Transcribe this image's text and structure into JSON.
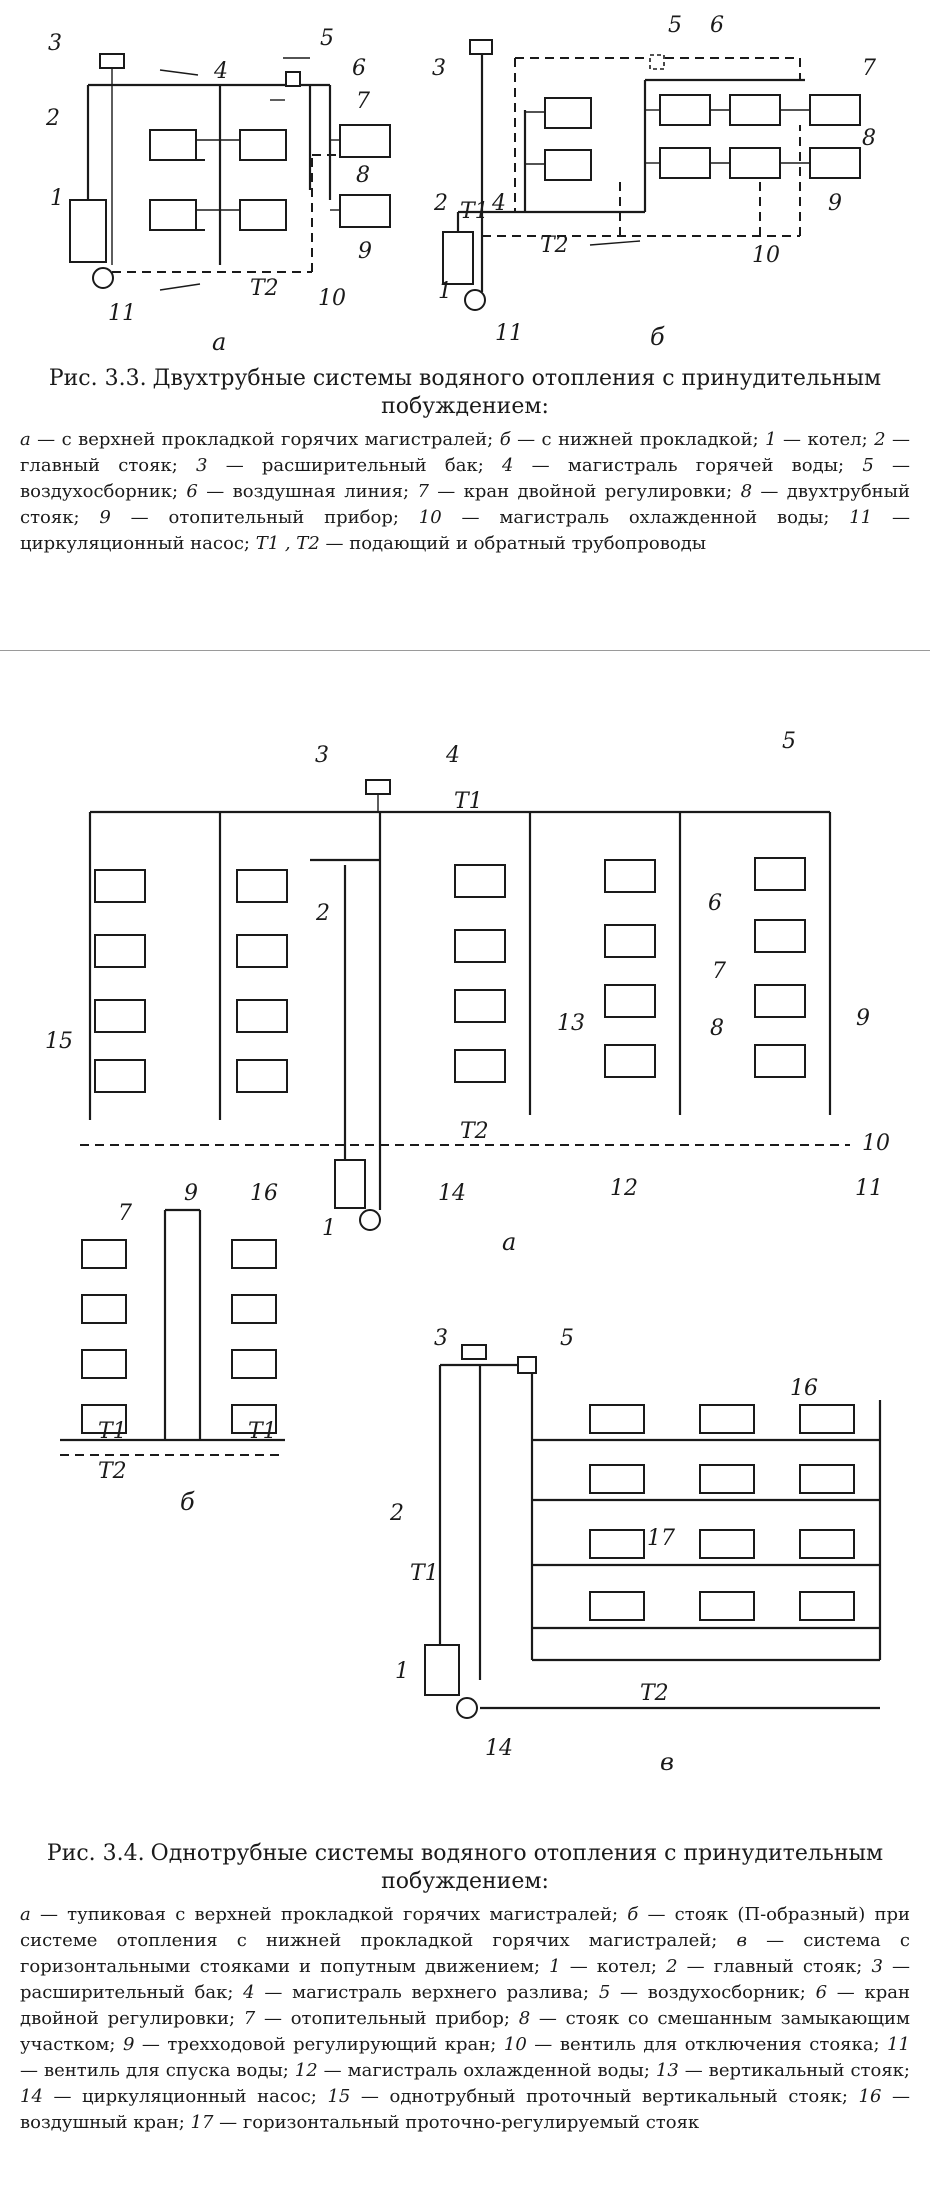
{
  "figure1": {
    "number": "Рис. 3.3.",
    "title": "Двухтрубные системы водяного отопления с принудительным побуждением:",
    "sub_a": "а",
    "sub_b": "б",
    "labels_a": [
      "1",
      "2",
      "3",
      "4",
      "5",
      "6",
      "7",
      "8",
      "9",
      "10",
      "11",
      "T2"
    ],
    "labels_b": [
      "1",
      "2",
      "3",
      "4",
      "5",
      "6",
      "7",
      "8",
      "9",
      "10",
      "11",
      "T1",
      "T2"
    ],
    "legend": [
      {
        "key": "а",
        "text": " — с верхней прокладкой горячих магистралей; "
      },
      {
        "key": "б",
        "text": " — с нижней прокладкой; "
      },
      {
        "key": "1",
        "text": " — котел; "
      },
      {
        "key": "2",
        "text": " — главный стояк; "
      },
      {
        "key": "3",
        "text": " — расширительный бак; "
      },
      {
        "key": "4",
        "text": " — магистраль горячей воды; "
      },
      {
        "key": "5",
        "text": " — воздухосборник; "
      },
      {
        "key": "6",
        "text": " — воздушная линия; "
      },
      {
        "key": "7",
        "text": " — кран двойной регулировки; "
      },
      {
        "key": "8",
        "text": " — двухтрубный стояк; "
      },
      {
        "key": "9",
        "text": " — отопительный прибор; "
      },
      {
        "key": "10",
        "text": " — магистраль охлажденной воды; "
      },
      {
        "key": "11",
        "text": " — циркуляционный насос; "
      },
      {
        "key": "Т1 , Т2",
        "text": " — подающий и обратный трубопроводы"
      }
    ]
  },
  "figure2": {
    "number": "Рис. 3.4.",
    "title": "Однотрубные системы водяного отопления с принудительным побуждением:",
    "sub_a": "а",
    "sub_b": "б",
    "sub_v": "в",
    "labels_a": [
      "1",
      "2",
      "3",
      "4",
      "5",
      "6",
      "7",
      "8",
      "9",
      "10",
      "11",
      "12",
      "13",
      "14",
      "15",
      "T1",
      "T2"
    ],
    "labels_b": [
      "7",
      "9",
      "16",
      "T1",
      "T1",
      "T2"
    ],
    "labels_v": [
      "1",
      "2",
      "3",
      "5",
      "14",
      "16",
      "17",
      "T1",
      "T2"
    ],
    "legend": [
      {
        "key": "а",
        "text": " — тупиковая с верхней прокладкой горячих магистралей; "
      },
      {
        "key": "б",
        "text": " — стояк (П-образный) при системе отопления с нижней прокладкой горячих магистралей; "
      },
      {
        "key": "в",
        "text": " — система с горизонтальными стояками и попутным движением; "
      },
      {
        "key": "1",
        "text": " — котел; "
      },
      {
        "key": "2",
        "text": " — главный стояк; "
      },
      {
        "key": "3",
        "text": " — расширительный бак; "
      },
      {
        "key": "4",
        "text": " — магистраль верхнего разлива; "
      },
      {
        "key": "5",
        "text": " — воздухосборник; "
      },
      {
        "key": "6",
        "text": " — кран двойной регулировки; "
      },
      {
        "key": "7",
        "text": " — отопительный прибор; "
      },
      {
        "key": "8",
        "text": " — стояк со смешанным замыкающим участком; "
      },
      {
        "key": "9",
        "text": " — трехходовой регулирующий кран; "
      },
      {
        "key": "10",
        "text": " — вентиль для отключения стояка; "
      },
      {
        "key": "11",
        "text": " — вентиль для спуска воды; "
      },
      {
        "key": "12",
        "text": " — магистраль охлажденной воды; "
      },
      {
        "key": "13",
        "text": " — вертикальный стояк; "
      },
      {
        "key": "14",
        "text": " — циркуляционный насос; "
      },
      {
        "key": "15",
        "text": " — однотрубный проточный вертикальный стояк; "
      },
      {
        "key": "16",
        "text": " — воздушный кран; "
      },
      {
        "key": "17",
        "text": " — горизонтальный проточно-регулируемый стояк"
      }
    ]
  }
}
